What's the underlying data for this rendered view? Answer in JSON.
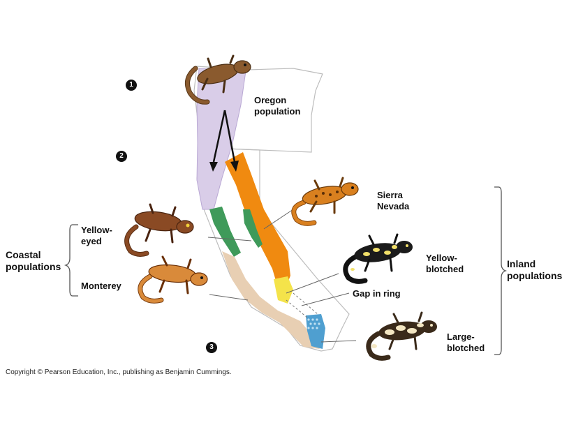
{
  "steps": [
    "1",
    "2",
    "3"
  ],
  "labels": {
    "oregon": [
      "Oregon",
      "population"
    ],
    "sierra": [
      "Sierra",
      "Nevada"
    ],
    "yellow_eyed": [
      "Yellow-",
      "eyed"
    ],
    "monterey": "Monterey",
    "coastal": [
      "Coastal",
      "populations"
    ],
    "yellow_blotched": [
      "Yellow-",
      "blotched"
    ],
    "gap": "Gap in ring",
    "large_blotched": [
      "Large-",
      "blotched"
    ],
    "inland": [
      "Inland",
      "populations"
    ]
  },
  "copyright": "Copyright © Pearson Education, Inc., publishing as Benjamin Cummings.",
  "colors": {
    "oregon_region": "#d9cde8",
    "sierra_region": "#f08a10",
    "coastal_green": "#3f9a5a",
    "monterey_region": "#e8cfb3",
    "yellow_region": "#f4e34a",
    "blue_region": "#4f9fd0",
    "salamander_brown": "#8a5a2e",
    "salamander_orange": "#d9801f",
    "salamander_black": "#1b1b1b",
    "salamander_spot_yellow": "#f2e06a",
    "salamander_spot_cream": "#f3e6c2"
  }
}
